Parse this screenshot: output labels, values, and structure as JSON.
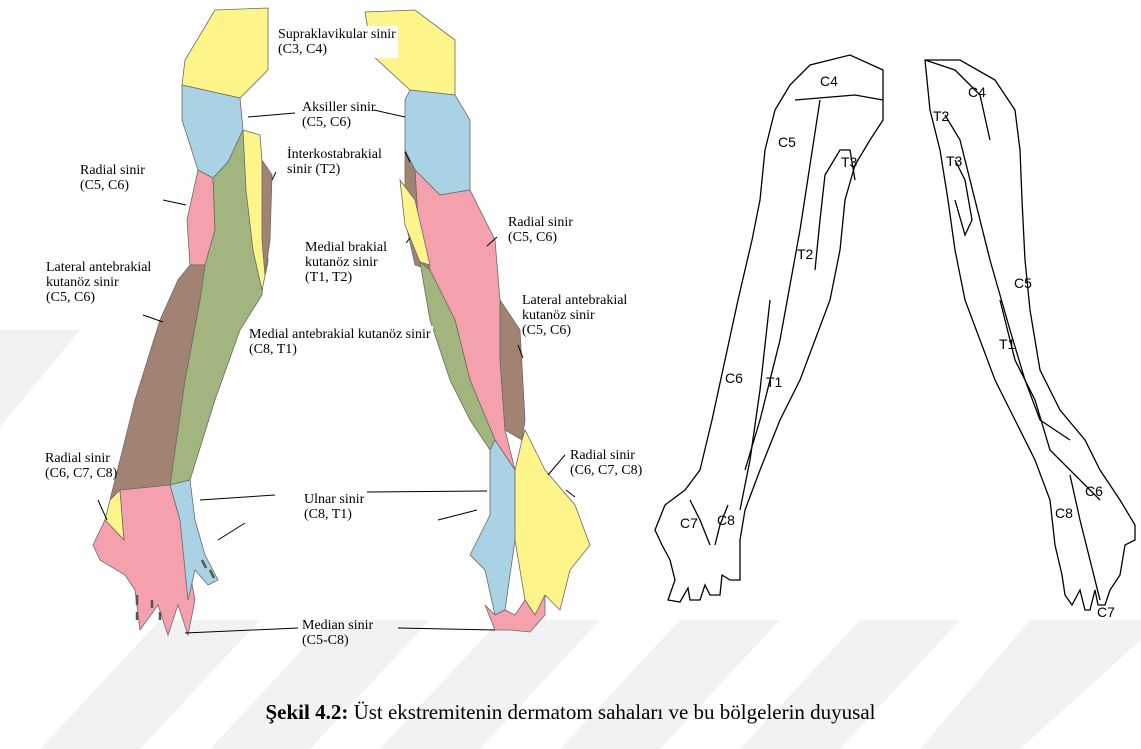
{
  "labels": {
    "supraklavikular": [
      "Supraklavikular sinir",
      "(C3, C4)"
    ],
    "aksiller": [
      "Aksiller sinir",
      "(C5, C6)"
    ],
    "interkostabrakial": [
      "İnterkostabrakial",
      "sinir (T2)"
    ],
    "radial_left_upper": [
      "Radial sinir",
      "(C5, C6)"
    ],
    "radial_right_upper": [
      "Radial sinir",
      "(C5, C6)"
    ],
    "medial_brakial": [
      "Medial brakial",
      "kutanöz sinir",
      "(T1, T2)"
    ],
    "lateral_antebrakial_left": [
      "Lateral antebrakial",
      "kutanöz sinir",
      "(C5, C6)"
    ],
    "lateral_antebrakial_right": [
      "Lateral antebrakial",
      "kutanöz sinir",
      "(C5, C6)"
    ],
    "medial_antebrakial": [
      "Medial antebrakial kutanöz sinir",
      "(C8, T1)"
    ],
    "radial_left_hand": [
      "Radial sinir",
      "(C6, C7, C8)"
    ],
    "radial_right_hand": [
      "Radial sinir",
      "(C6, C7, C8)"
    ],
    "ulnar": [
      "Ulnar sinir",
      "(C8, T1)"
    ],
    "median": [
      "Median sinir",
      "(C5-C8)"
    ]
  },
  "dermatomes": {
    "left": [
      "C4",
      "C5",
      "T3",
      "T2",
      "C6",
      "T1",
      "C7",
      "C8"
    ],
    "right": [
      "C4",
      "T2",
      "T3",
      "C5",
      "T1",
      "C6",
      "C8",
      "C7"
    ]
  },
  "caption": {
    "bold": "Şekil 4.2:",
    "text": " Üst ekstremitenin dermatom sahaları ve bu bölgelerin duyusal"
  },
  "colors": {
    "yellow": "#fdf58a",
    "blue": "#a9d2e4",
    "pink": "#f4a1ad",
    "green": "#a3b57e",
    "brown": "#a28373"
  }
}
